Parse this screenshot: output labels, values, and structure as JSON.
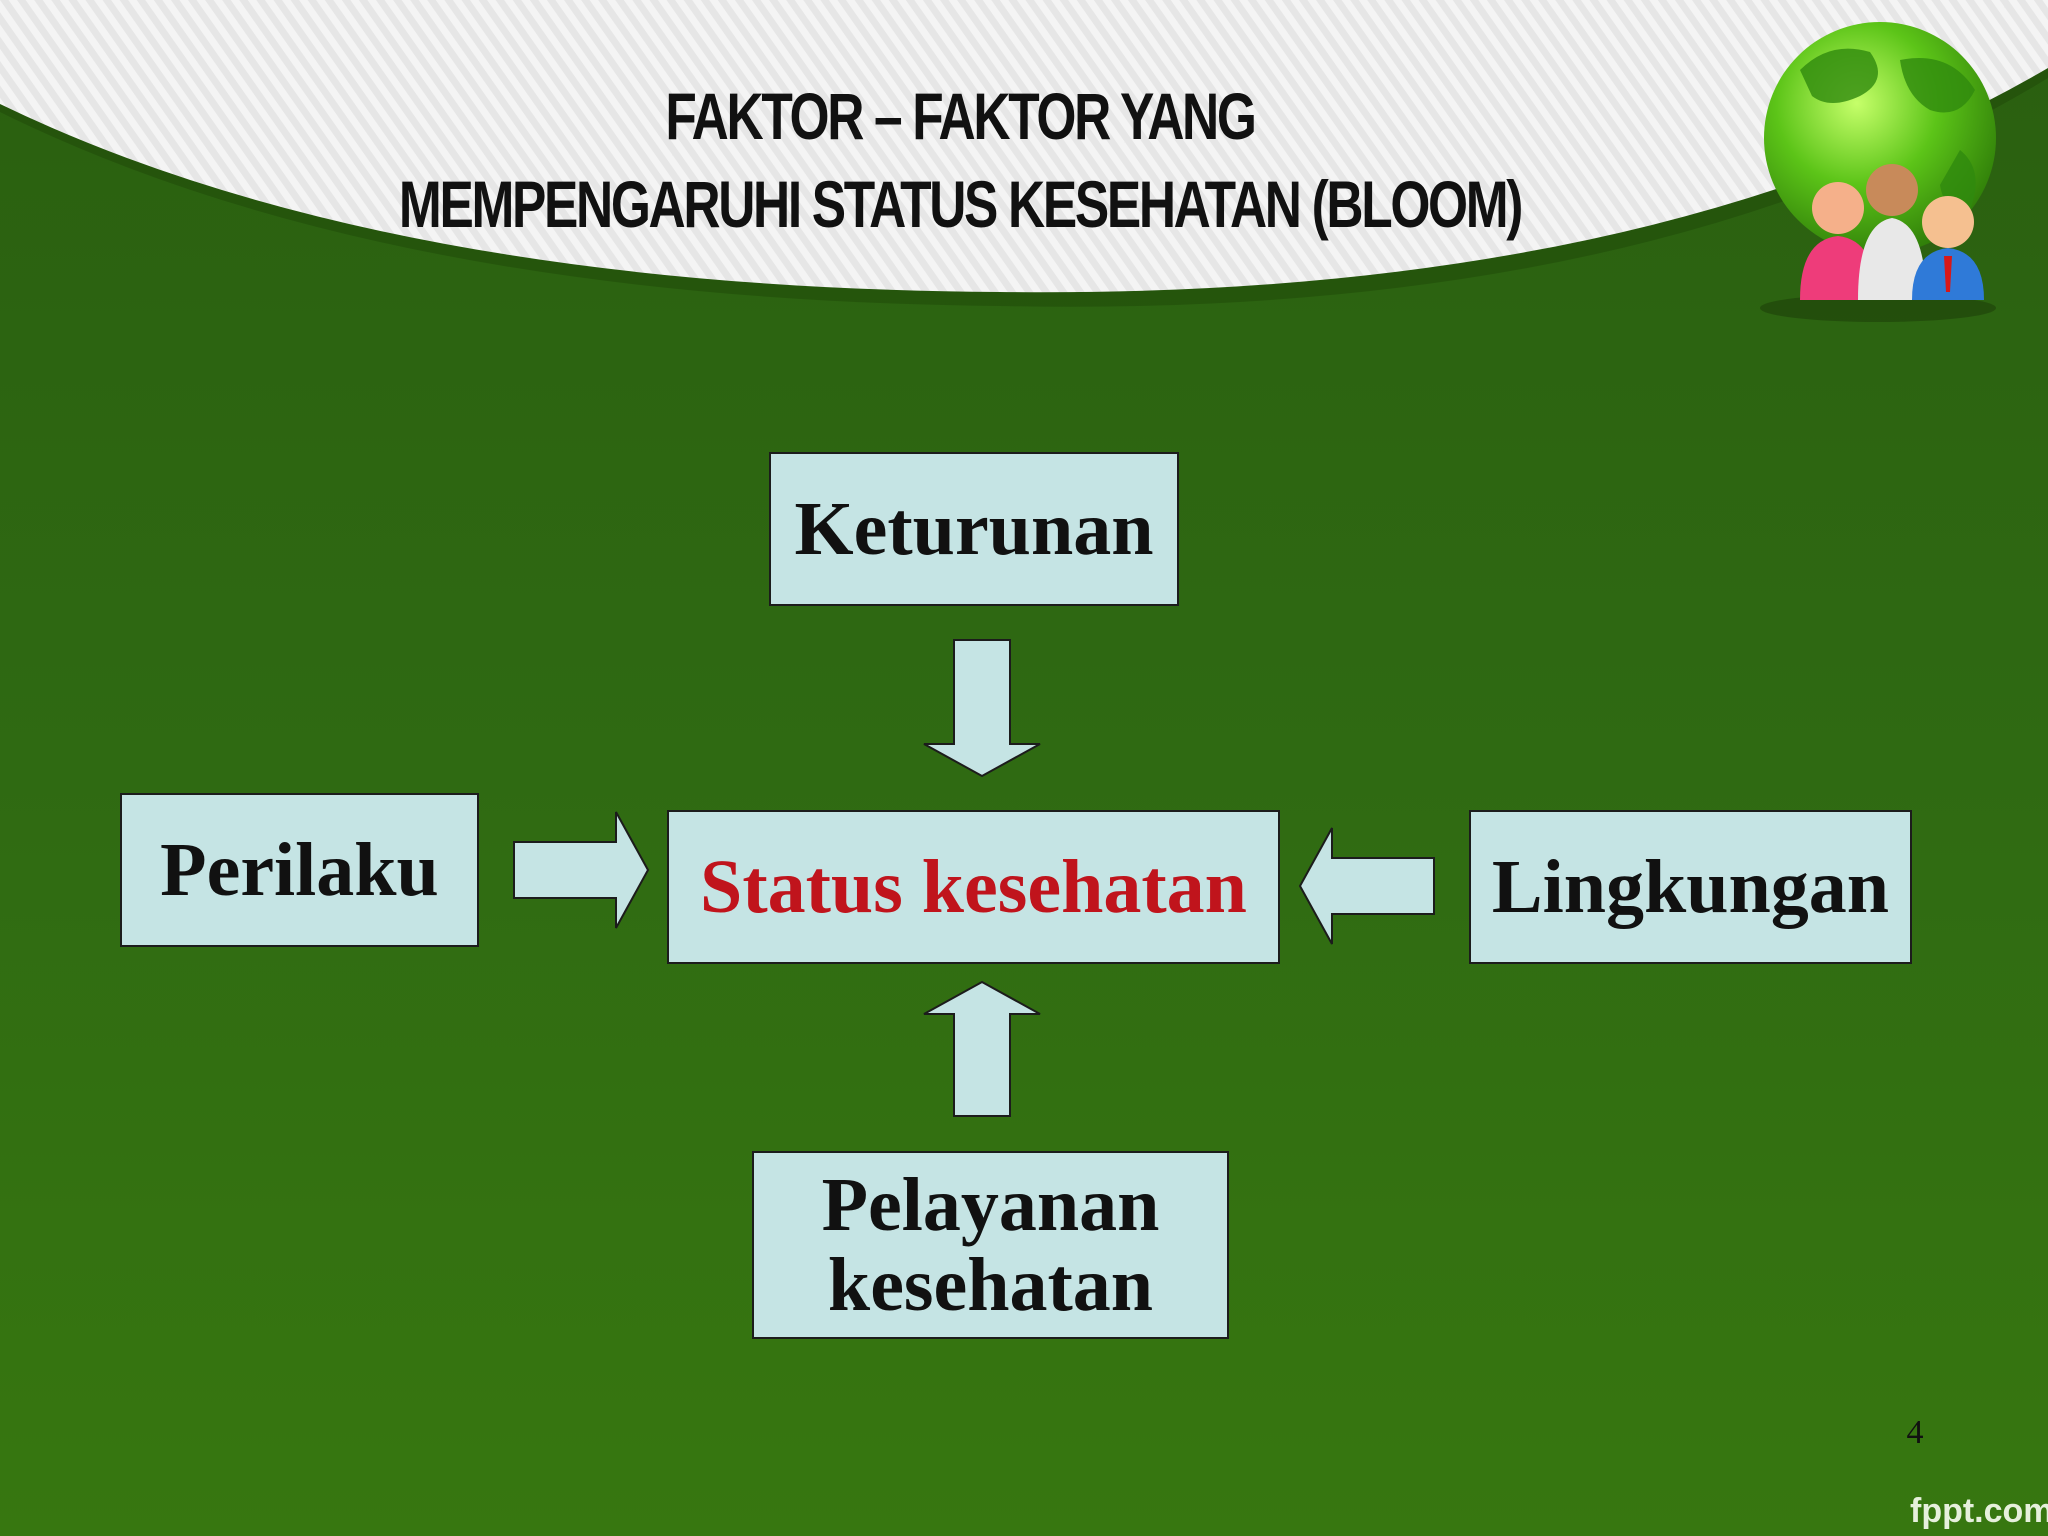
{
  "slide": {
    "title_line1": "FAKTOR – FAKTOR YANG",
    "title_line2": "MEMPENGARUHI STATUS KESEHATAN (BLOOM)",
    "page_number": "4",
    "brand": "fppt.com"
  },
  "diagram": {
    "center": "Status kesehatan",
    "top": "Keturunan",
    "left": "Perilaku",
    "right": "Lingkungan",
    "bottom_line1": "Pelayanan",
    "bottom_line2": "kesehatan"
  },
  "colors": {
    "background_green": "#2f6a12",
    "box_fill": "#c5e4e4",
    "center_text": "#c0141c"
  },
  "icons": [
    "globe-people-icon"
  ]
}
